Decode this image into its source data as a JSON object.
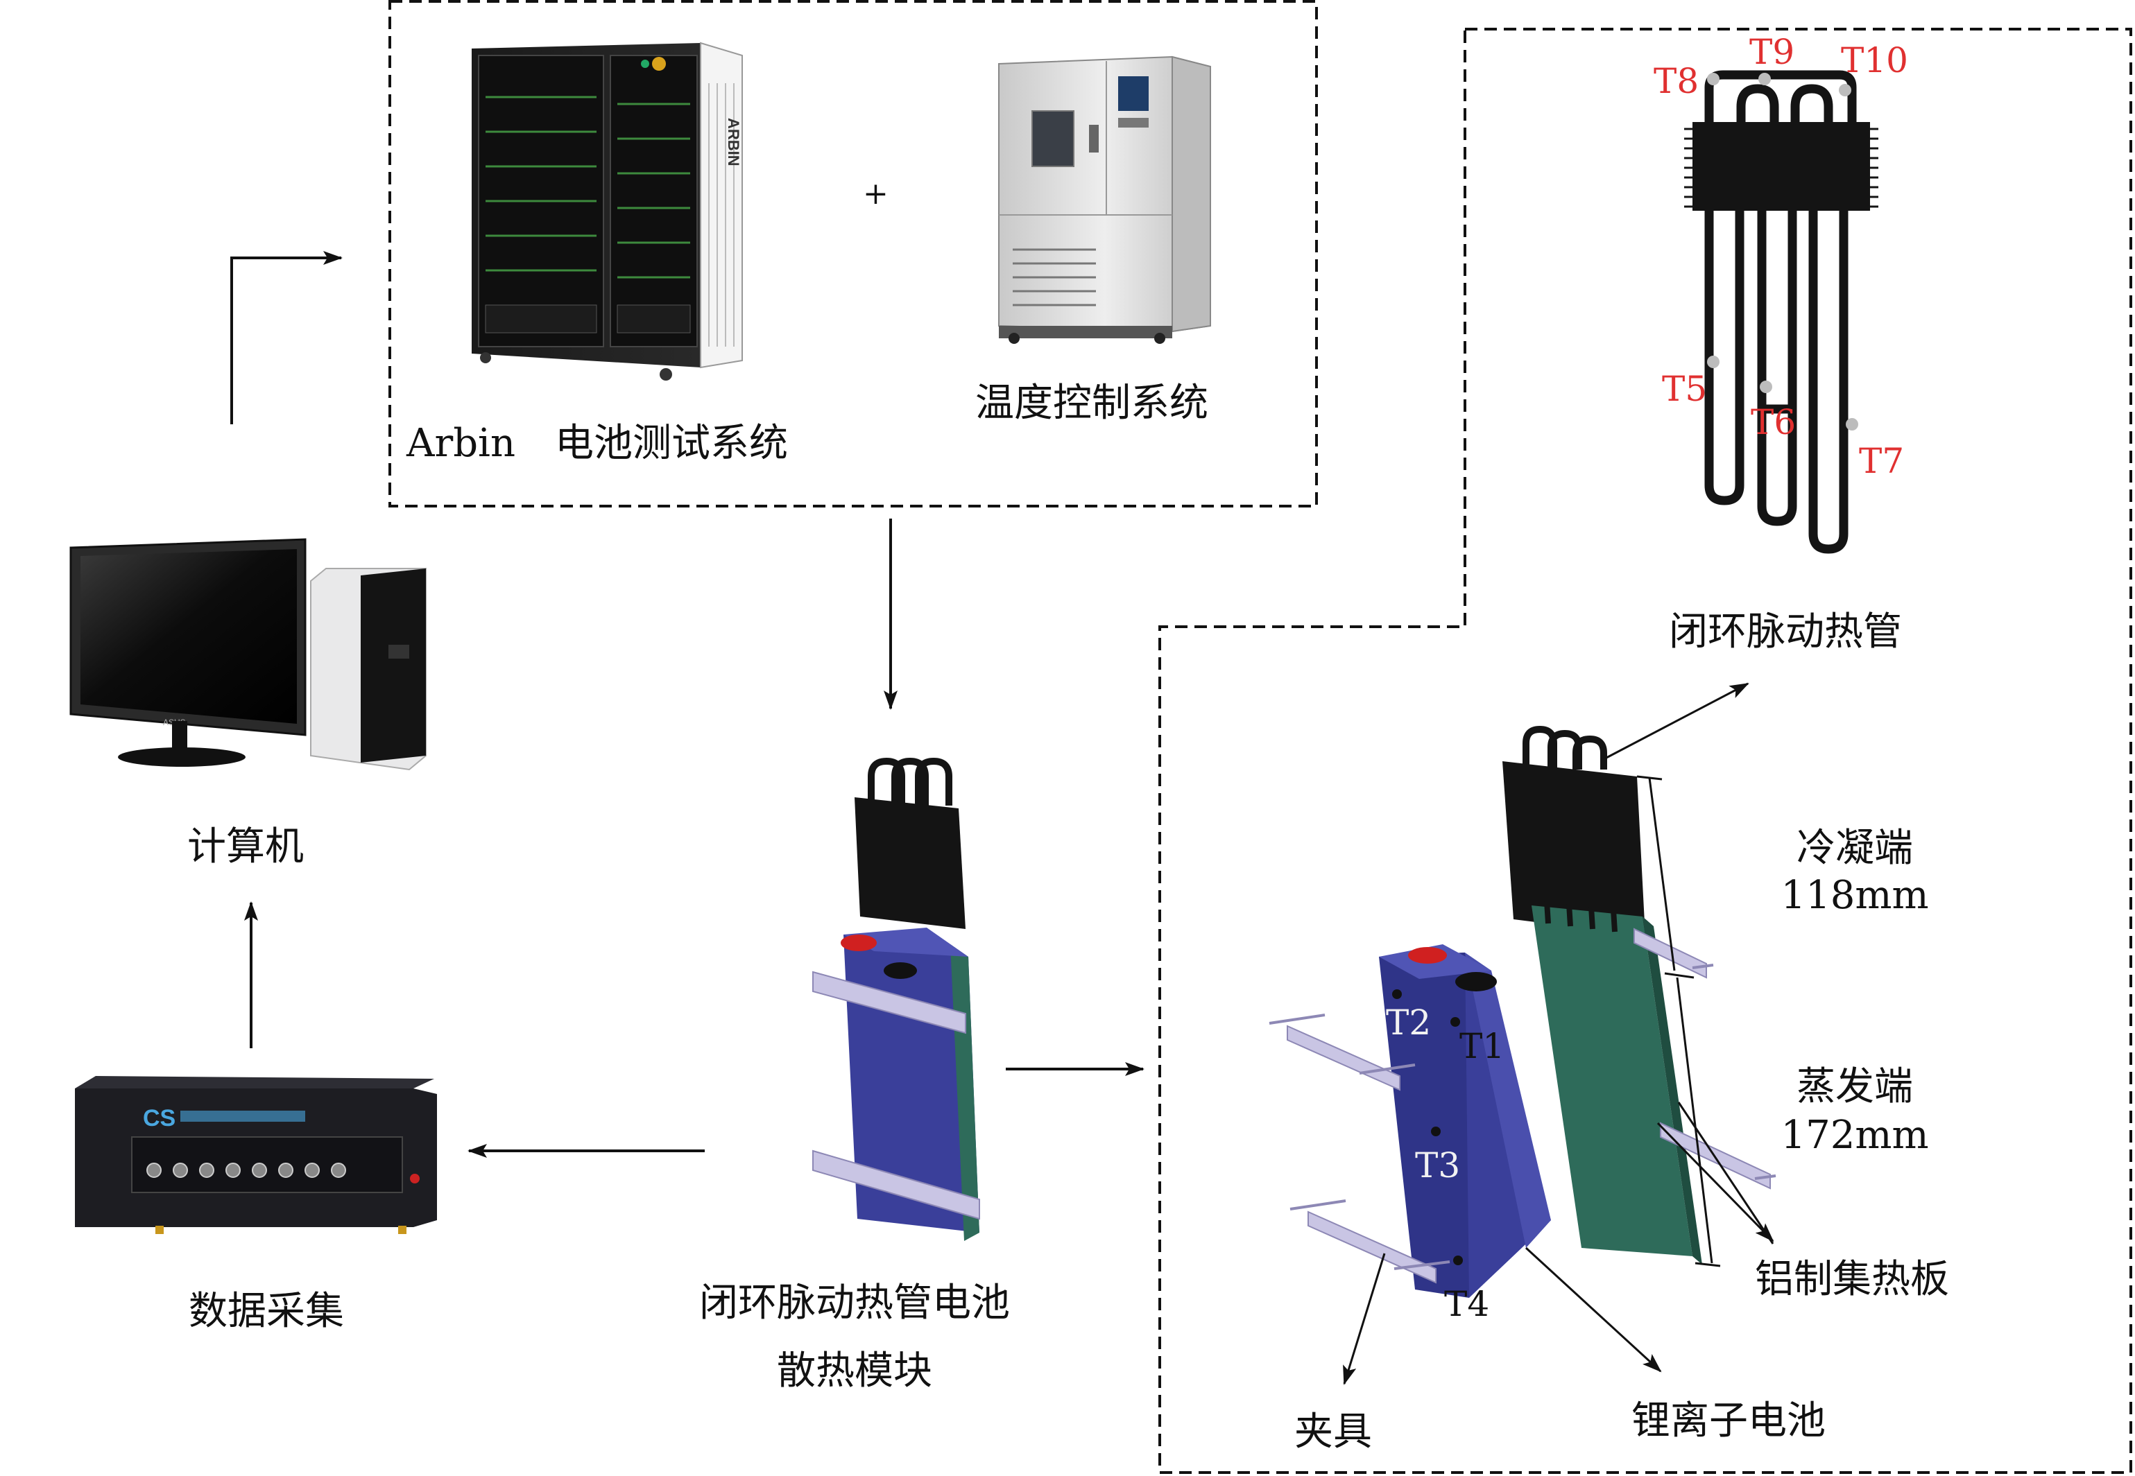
{
  "labels": {
    "arbin": "Arbin",
    "battery_test_system": "电池测试系统",
    "plus": "+",
    "temperature_control_system": "温度控制系统",
    "computer": "计算机",
    "data_acquisition": "数据采集",
    "module_line1": "闭环脉动热管电池",
    "module_line2": "散热模块",
    "clhp_top": "闭环脉动热管",
    "condenser_line1": "冷凝端",
    "condenser_line2": "118mm",
    "evaporator_line1": "蒸发端",
    "evaporator_line2": "172mm",
    "aluminum_plate": "铝制集热板",
    "fixture": "夹具",
    "li_ion_battery": "锂离子电池"
  },
  "thermocouples": {
    "t1": "T1",
    "t2": "T2",
    "t3": "T3",
    "t4": "T4",
    "t5": "T5",
    "t6": "T6",
    "t7": "T7",
    "t8": "T8",
    "t9": "T9",
    "t10": "T10"
  },
  "device_text": {
    "cabinet_brand": "ARBIN",
    "monitor_brand": "ASUS",
    "daq_brand": "CS"
  },
  "colors": {
    "thermocouple_red": "#e03030",
    "battery_blue": "#3a3f9a",
    "plate_green": "#2e6b5a",
    "pipe_black": "#141414",
    "clamp_lavender": "#c9c5e4"
  }
}
